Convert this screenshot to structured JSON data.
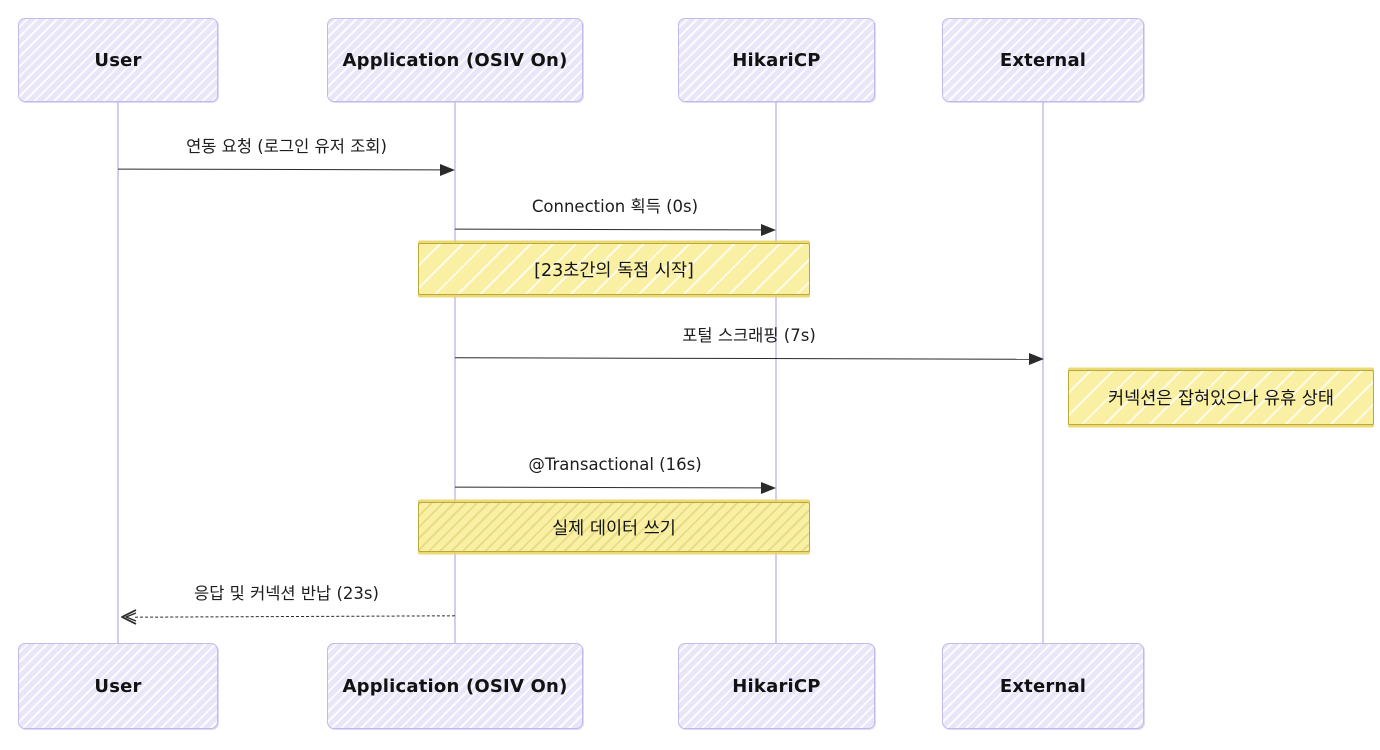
{
  "diagram": {
    "type": "sequence",
    "actors": [
      {
        "id": "user",
        "label": "User"
      },
      {
        "id": "application",
        "label": "Application (OSIV On)"
      },
      {
        "id": "hikaricp",
        "label": "HikariCP"
      },
      {
        "id": "external",
        "label": "External"
      }
    ],
    "messages": [
      {
        "from": "user",
        "to": "application",
        "style": "solid",
        "label": "연동 요청 (로그인 유저 조회)"
      },
      {
        "from": "application",
        "to": "hikaricp",
        "style": "solid",
        "label": "Connection 획득 (0s)"
      },
      {
        "from": "application",
        "to": "external",
        "style": "solid",
        "label": "포털 스크래핑 (7s)"
      },
      {
        "from": "application",
        "to": "hikaricp",
        "style": "solid",
        "label": "@Transactional (16s)"
      },
      {
        "from": "application",
        "to": "user",
        "style": "dashed",
        "label": "응답 및 커넥션 반납 (23s)"
      }
    ],
    "notes": [
      {
        "over": "application,hikaricp",
        "label": "[23초간의 독점 시작]"
      },
      {
        "over": "external",
        "label": "커넥션은 잡혀있으나 유휴 상태"
      },
      {
        "over": "application,hikaricp",
        "label": "실제 데이터 쓰기"
      }
    ],
    "colors": {
      "actor_fill": "#e9e6f9",
      "actor_border": "#c5b9ec",
      "lifeline": "#d7cbf1",
      "note_fill": "#faf0a4",
      "note_border": "#b9a93b",
      "message_line": "#2b2b2b",
      "background": "#ffffff"
    }
  }
}
